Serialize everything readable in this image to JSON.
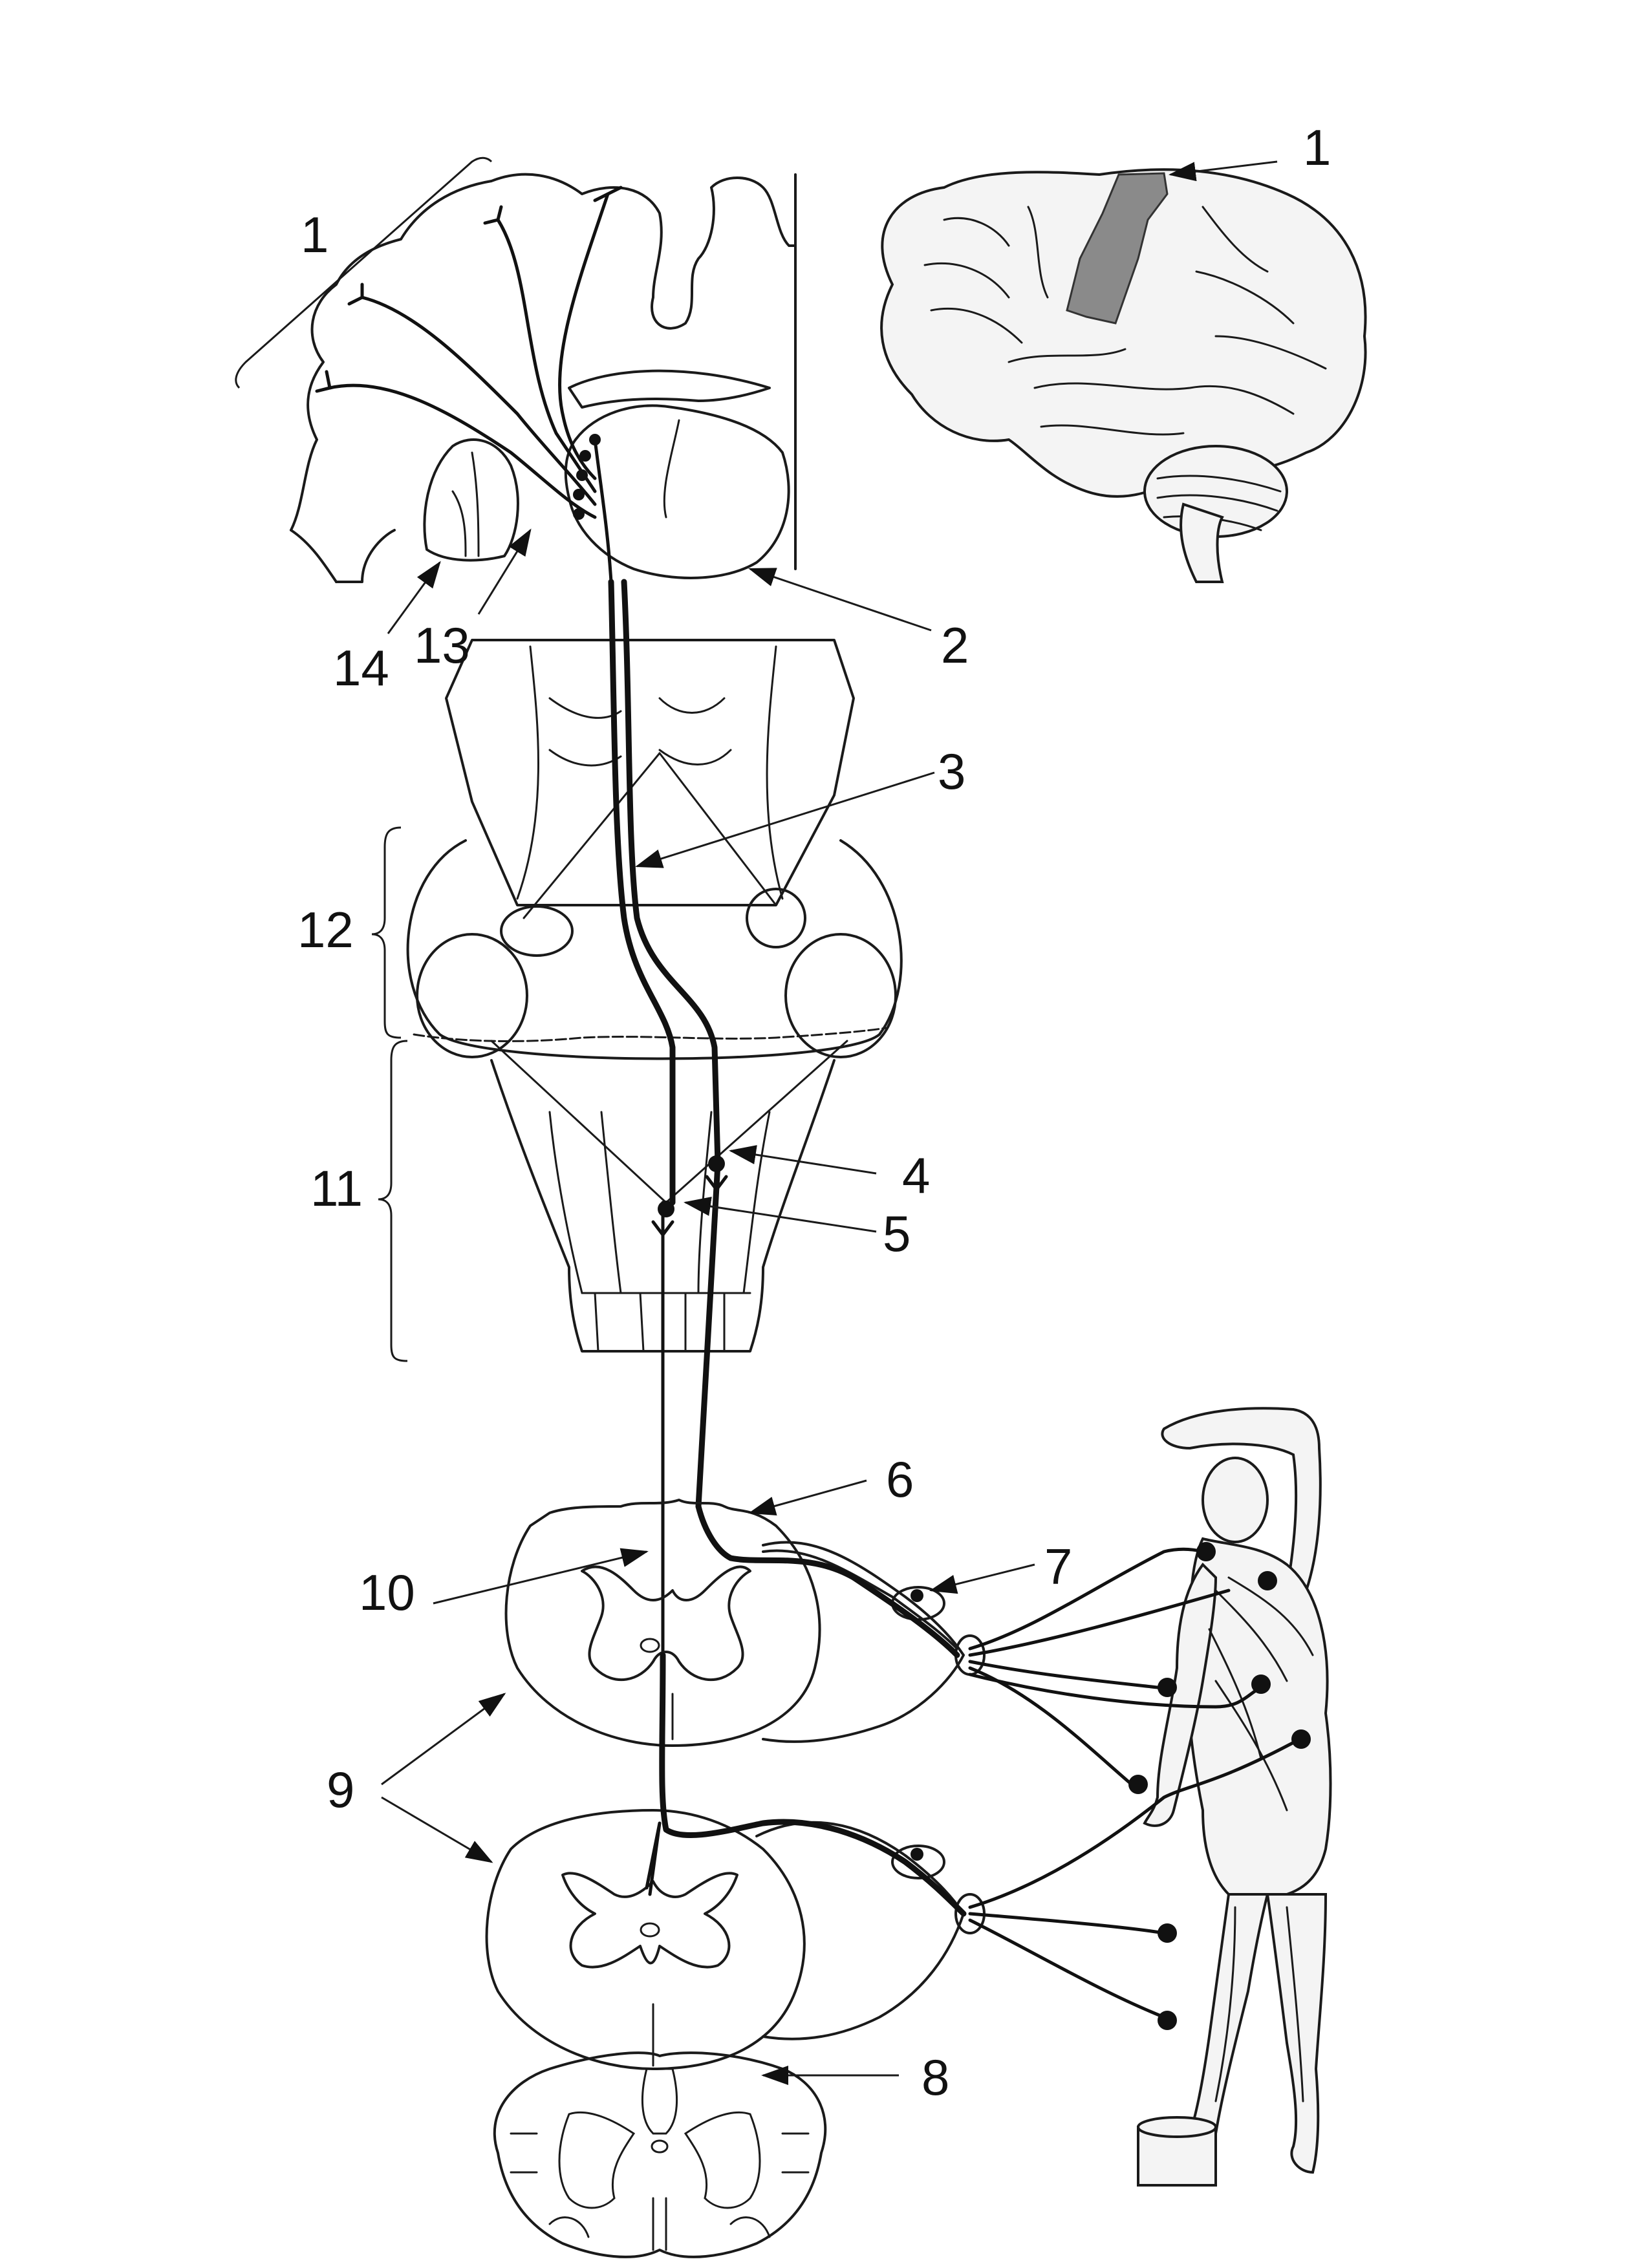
{
  "figure": {
    "labels": [
      {
        "id": "l1a",
        "text": "1"
      },
      {
        "id": "l1b",
        "text": "1"
      },
      {
        "id": "l2",
        "text": "2"
      },
      {
        "id": "l3",
        "text": "3"
      },
      {
        "id": "l4",
        "text": "4"
      },
      {
        "id": "l5",
        "text": "5"
      },
      {
        "id": "l6",
        "text": "6"
      },
      {
        "id": "l7",
        "text": "7"
      },
      {
        "id": "l8",
        "text": "8"
      },
      {
        "id": "l9",
        "text": "9"
      },
      {
        "id": "l10",
        "text": "10"
      },
      {
        "id": "l11",
        "text": "11"
      },
      {
        "id": "l12",
        "text": "12"
      },
      {
        "id": "l13",
        "text": "13"
      },
      {
        "id": "l14",
        "text": "14"
      }
    ]
  }
}
